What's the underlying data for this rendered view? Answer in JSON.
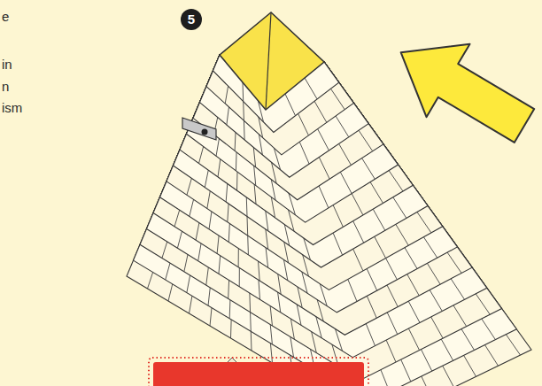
{
  "diagram": {
    "labels": [
      "5",
      "e",
      "in",
      "n",
      "ism"
    ]
  }
}
